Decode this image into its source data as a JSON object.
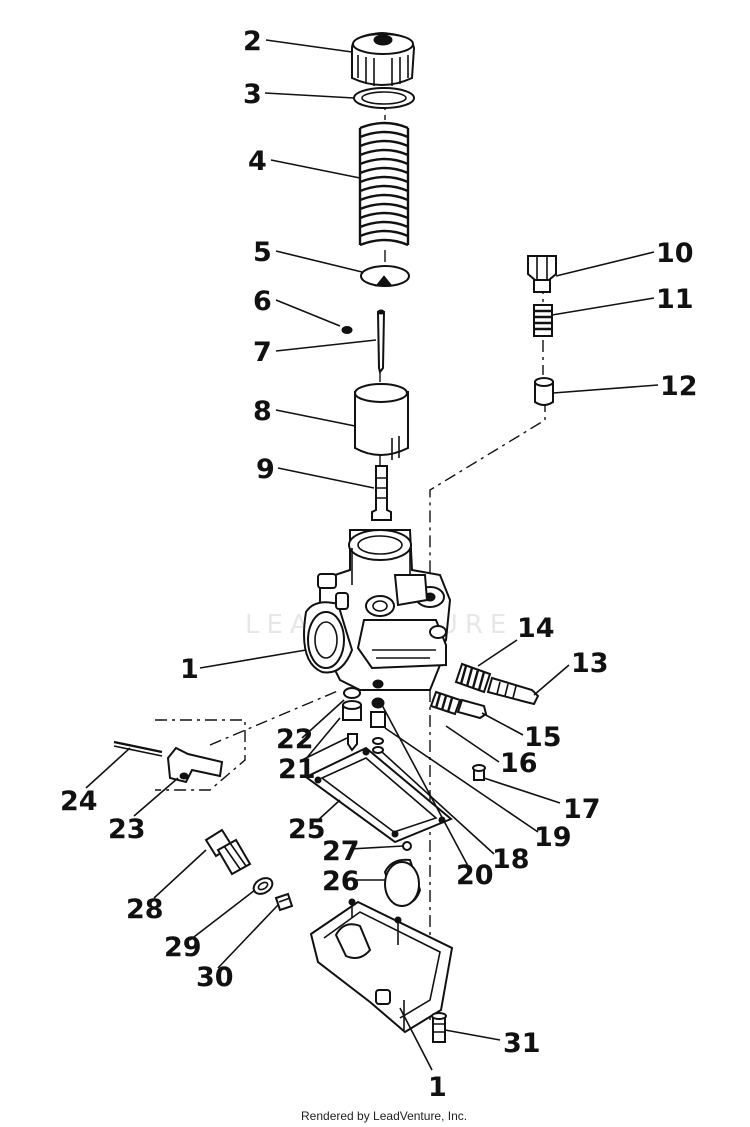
{
  "watermark": "LEADVENTURE",
  "footer": "Rendered by LeadVenture, Inc.",
  "callouts": [
    {
      "id": "c2",
      "label": "2"
    },
    {
      "id": "c3",
      "label": "3"
    },
    {
      "id": "c4",
      "label": "4"
    },
    {
      "id": "c5",
      "label": "5"
    },
    {
      "id": "c6",
      "label": "6"
    },
    {
      "id": "c7",
      "label": "7"
    },
    {
      "id": "c8",
      "label": "8"
    },
    {
      "id": "c9",
      "label": "9"
    },
    {
      "id": "c10",
      "label": "10"
    },
    {
      "id": "c11",
      "label": "11"
    },
    {
      "id": "c12",
      "label": "12"
    },
    {
      "id": "c1a",
      "label": "1"
    },
    {
      "id": "c14",
      "label": "14"
    },
    {
      "id": "c13",
      "label": "13"
    },
    {
      "id": "c15",
      "label": "15"
    },
    {
      "id": "c16",
      "label": "16"
    },
    {
      "id": "c22",
      "label": "22"
    },
    {
      "id": "c21",
      "label": "21"
    },
    {
      "id": "c17",
      "label": "17"
    },
    {
      "id": "c24",
      "label": "24"
    },
    {
      "id": "c23",
      "label": "23"
    },
    {
      "id": "c19",
      "label": "19"
    },
    {
      "id": "c25",
      "label": "25"
    },
    {
      "id": "c18",
      "label": "18"
    },
    {
      "id": "c27",
      "label": "27"
    },
    {
      "id": "c20",
      "label": "20"
    },
    {
      "id": "c26",
      "label": "26"
    },
    {
      "id": "c28",
      "label": "28"
    },
    {
      "id": "c29",
      "label": "29"
    },
    {
      "id": "c30",
      "label": "30"
    },
    {
      "id": "c31",
      "label": "31"
    },
    {
      "id": "c1b",
      "label": "1"
    }
  ]
}
